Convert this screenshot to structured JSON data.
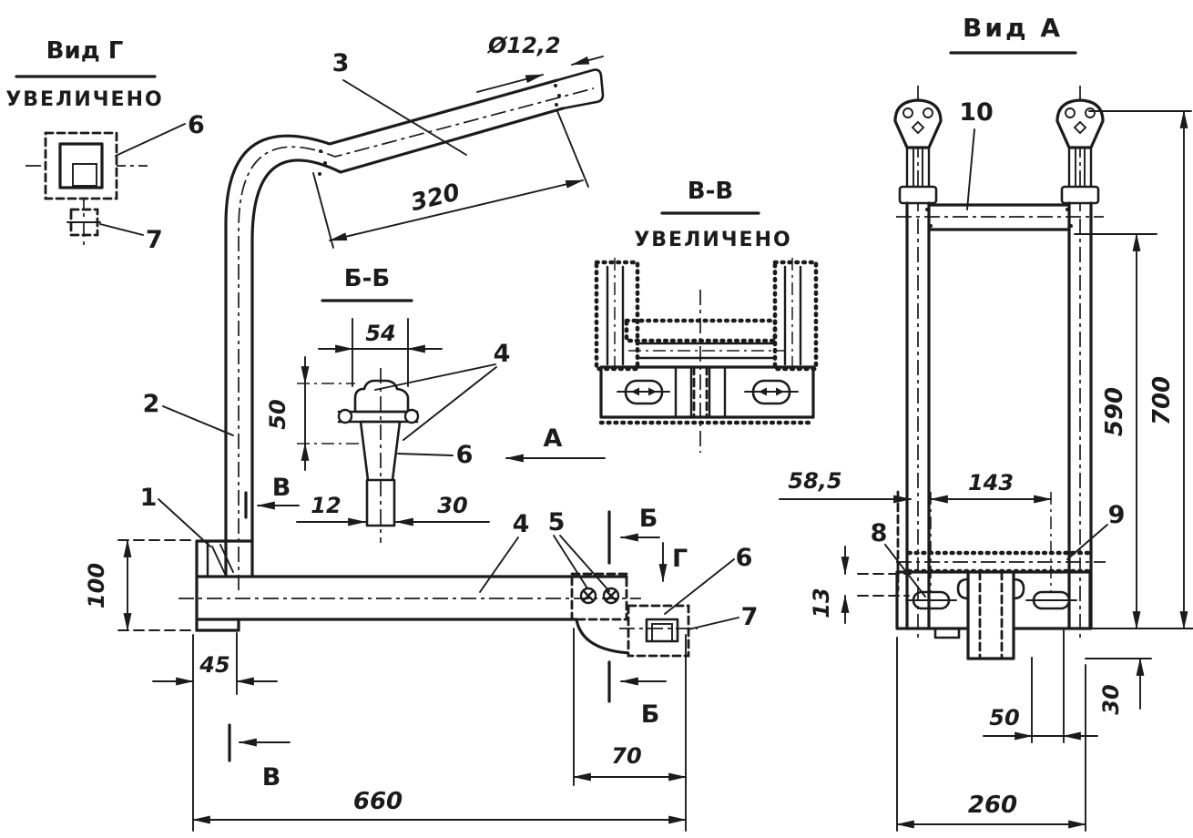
{
  "detail_g": {
    "title": "Вид Г",
    "subtitle": "УВЕЛИЧЕНО",
    "callout_6": "6",
    "callout_7": "7"
  },
  "main_view": {
    "callout_1": "1",
    "callout_2": "2",
    "callout_3": "3",
    "callout_4": "4",
    "callout_5": "5",
    "callout_6": "6",
    "callout_7": "7",
    "dim_length_320": "320",
    "dim_diameter": "Ø12,2",
    "dim_height_100": "100",
    "dim_offset_45": "45",
    "dim_total_660": "660",
    "dim_offset_70": "70",
    "mark_view_a": "А",
    "mark_section_b_top": "Б",
    "mark_section_b_bottom": "Б",
    "mark_section_v_mid": "В",
    "mark_section_v_bottom": "В",
    "mark_view_g": "Г"
  },
  "section_bb": {
    "title": "Б-Б",
    "dim_width_54": "54",
    "dim_height_50": "50",
    "dim_wall_12": "12",
    "dim_width_30": "30",
    "callout_4": "4",
    "callout_6": "6"
  },
  "section_vv": {
    "title": "В-В",
    "subtitle": "УВЕЛИЧЕНО"
  },
  "view_a": {
    "title": "Вид А",
    "callout_8": "8",
    "callout_9": "9",
    "callout_10": "10",
    "dim_58_5": "58,5",
    "dim_143": "143",
    "dim_590": "590",
    "dim_700": "700",
    "dim_13": "13",
    "dim_50": "50",
    "dim_30": "30",
    "dim_260": "260"
  }
}
